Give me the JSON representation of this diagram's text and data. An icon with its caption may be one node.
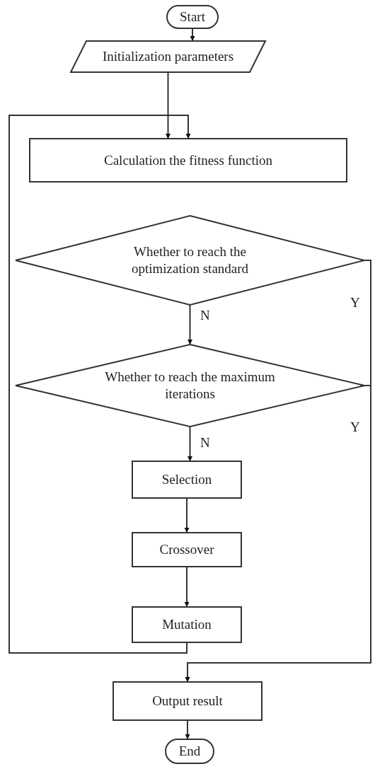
{
  "diagram": {
    "nodes": [
      {
        "text": [
          "Start"
        ]
      },
      {
        "text": [
          "Initialization parameters"
        ]
      },
      {
        "text": [
          "Calculation the fitness function"
        ]
      },
      {
        "text": [
          "Whether to reach the optimization standard"
        ]
      },
      {
        "text": [
          "Whether to reach the maximum iterations"
        ]
      },
      {
        "text": [
          "Selection"
        ]
      },
      {
        "text": [
          "Crossover"
        ]
      },
      {
        "text": [
          "Mutation"
        ]
      },
      {
        "text": [
          "Output result"
        ]
      },
      {
        "text": [
          "End"
        ]
      }
    ],
    "edges": [
      {
        "from": 0,
        "to": 1,
        "arrow": "to"
      },
      {
        "from": 1,
        "to": 2,
        "arrow": "to"
      },
      {
        "from": 3,
        "to": 4,
        "label": "N",
        "arrow": "to"
      },
      {
        "from": 4,
        "to": 5,
        "label": "N",
        "arrow": "to"
      },
      {
        "from": 5,
        "to": 6,
        "arrow": "to"
      },
      {
        "from": 6,
        "to": 7,
        "arrow": "to"
      },
      {
        "from": 7,
        "to": 2,
        "arrow": "to"
      },
      {
        "from": 3,
        "to": 8,
        "label": "Y",
        "arrow": "to"
      },
      {
        "from": 4,
        "to": 8,
        "label": "Y",
        "arrow": "to"
      },
      {
        "from": 8,
        "to": 9,
        "arrow": "to"
      }
    ]
  }
}
